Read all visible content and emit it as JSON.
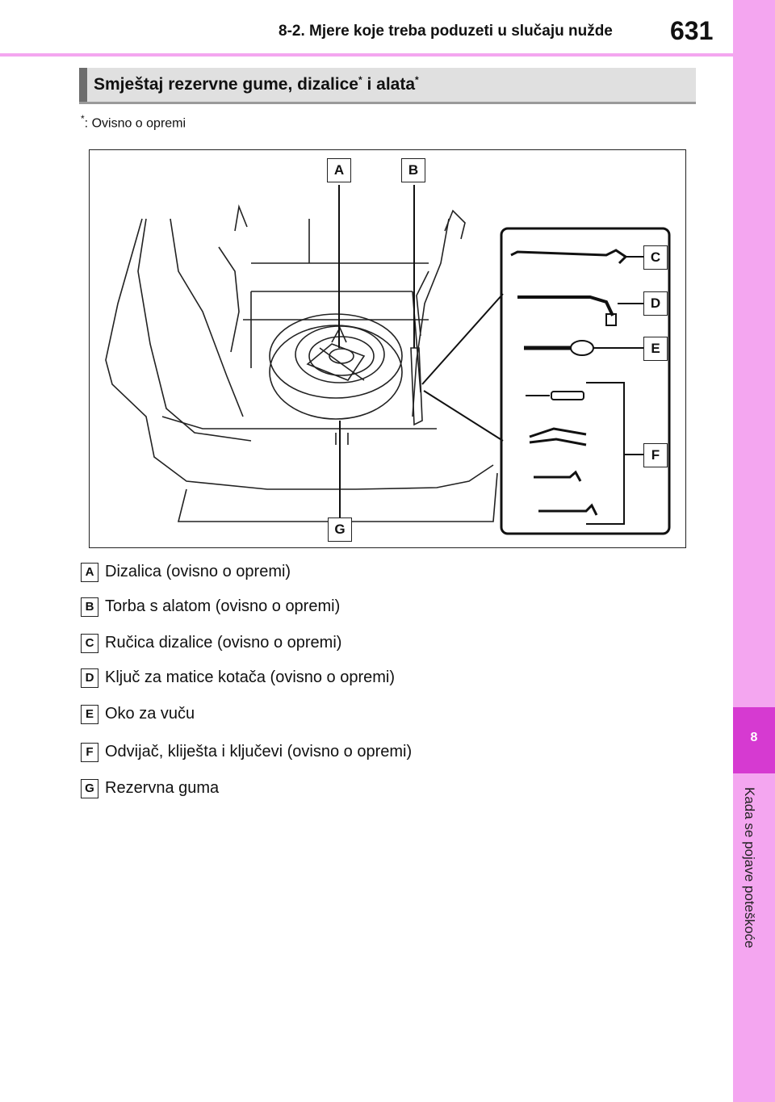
{
  "header": {
    "title": "8-2. Mjere koje treba poduzeti u slučaju nužde",
    "page_number": "631"
  },
  "side_tab": {
    "chapter_number": "8",
    "chapter_label": "Kada se pojave poteškoće"
  },
  "section": {
    "title_part1": "Smještaj rezervne gume, dizalice",
    "title_part2": " i alata",
    "asterisk": "*"
  },
  "footnote": {
    "marker": "*",
    "text": ": Ovisno o opremi"
  },
  "figure": {
    "callouts": [
      "A",
      "B",
      "C",
      "D",
      "E",
      "F",
      "G"
    ]
  },
  "legend": [
    {
      "letter": "A",
      "text": "Dizalica (ovisno o opremi)"
    },
    {
      "letter": "B",
      "text": "Torba s alatom (ovisno o opremi)"
    },
    {
      "letter": "C",
      "text": "Ručica dizalice (ovisno o opremi)"
    },
    {
      "letter": "D",
      "text": "Ključ za matice kotača (ovisno o opremi)"
    },
    {
      "letter": "E",
      "text": "Oko za vuču"
    },
    {
      "letter": "F",
      "text": "Odvijač, kliješta i ključevi (ovisno o opremi)"
    },
    {
      "letter": "G",
      "text": "Rezervna guma"
    }
  ]
}
